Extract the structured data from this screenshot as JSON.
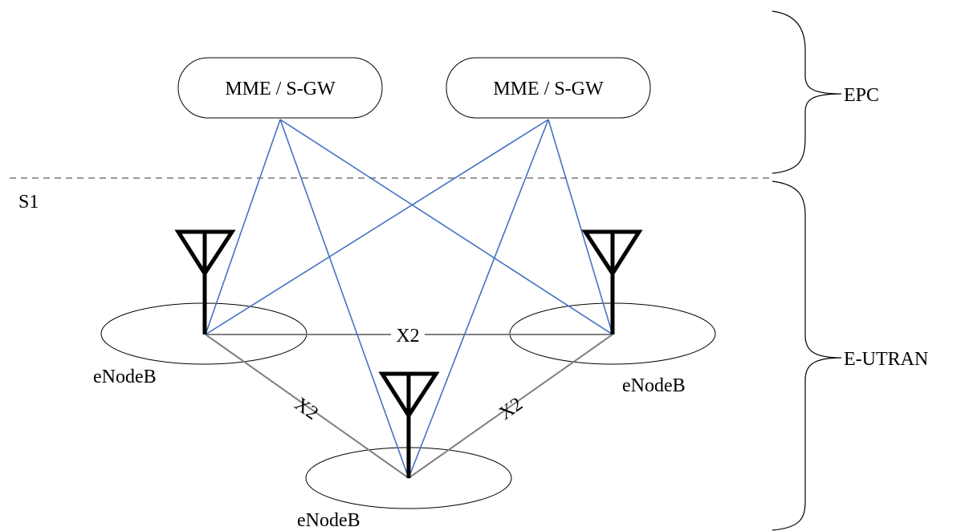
{
  "nodes": {
    "mme1": "MME / S-GW",
    "mme2": "MME / S-GW"
  },
  "interfaces": {
    "s1": "S1",
    "x2_top": "X2",
    "x2_left": "X2",
    "x2_right": "X2"
  },
  "enodebs": {
    "left": "eNodeB",
    "right": "eNodeB",
    "bottom": "eNodeB"
  },
  "sections": {
    "epc": "EPC",
    "eutran": "E-UTRAN"
  },
  "colors": {
    "s1_link": "#4472c4",
    "x2_link": "#808080",
    "divider": "#999999",
    "antenna": "#000000"
  }
}
